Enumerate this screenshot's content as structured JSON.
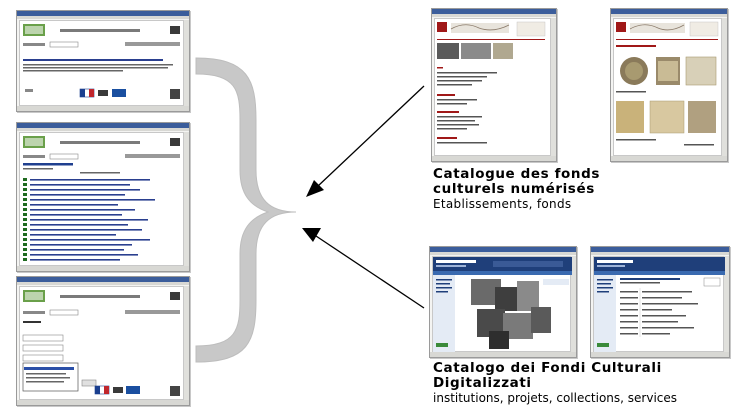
{
  "captions": {
    "french": {
      "title_line1": "Catalogue des fonds",
      "title_line2": "culturels numérisés",
      "subtitle": "Etablissements, fonds"
    },
    "italian": {
      "title_line1": "Catalogo dei Fondi Culturali",
      "title_line2": "Digitalizzati",
      "subtitle": "institutions, projets, collections, services"
    }
  },
  "colors": {
    "brace": "#c8c8c8",
    "arrow": "#000000",
    "window_titlebar": "#3b5d9b",
    "french_site_accent": "#a01818",
    "italian_site_accent": "#1f3f7a"
  }
}
